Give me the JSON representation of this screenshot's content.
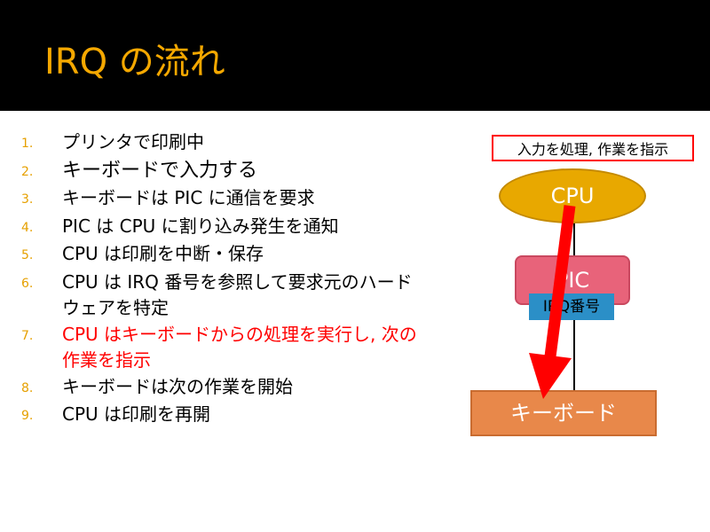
{
  "title": "IRQ の流れ",
  "steps": [
    {
      "num": "1.",
      "text": "プリンタで印刷中"
    },
    {
      "num": "2.",
      "text": "キーボードで入力する"
    },
    {
      "num": "3.",
      "text": "キーボードは PIC に通信を要求"
    },
    {
      "num": "4.",
      "text": "PIC は CPU に割り込み発生を通知"
    },
    {
      "num": "5.",
      "text": "CPU は印刷を中断・保存"
    },
    {
      "num": "6.",
      "text": "CPU は IRQ 番号を参照して要求元のハードウェアを特定"
    },
    {
      "num": "7.",
      "text": "CPU はキーボードからの処理を実行し, 次の作業を指示"
    },
    {
      "num": "8.",
      "text": "キーボードは次の作業を開始"
    },
    {
      "num": "9.",
      "text": "CPU は印刷を再開"
    }
  ],
  "diagram": {
    "callout": "入力を処理, 作業を指示",
    "cpu": "CPU",
    "pic": "PIC",
    "irq": "IRQ番号",
    "keyboard": "キーボード"
  },
  "colors": {
    "title": "#f5a800",
    "highlight": "#ff0000",
    "arrow": "#ff0000"
  }
}
